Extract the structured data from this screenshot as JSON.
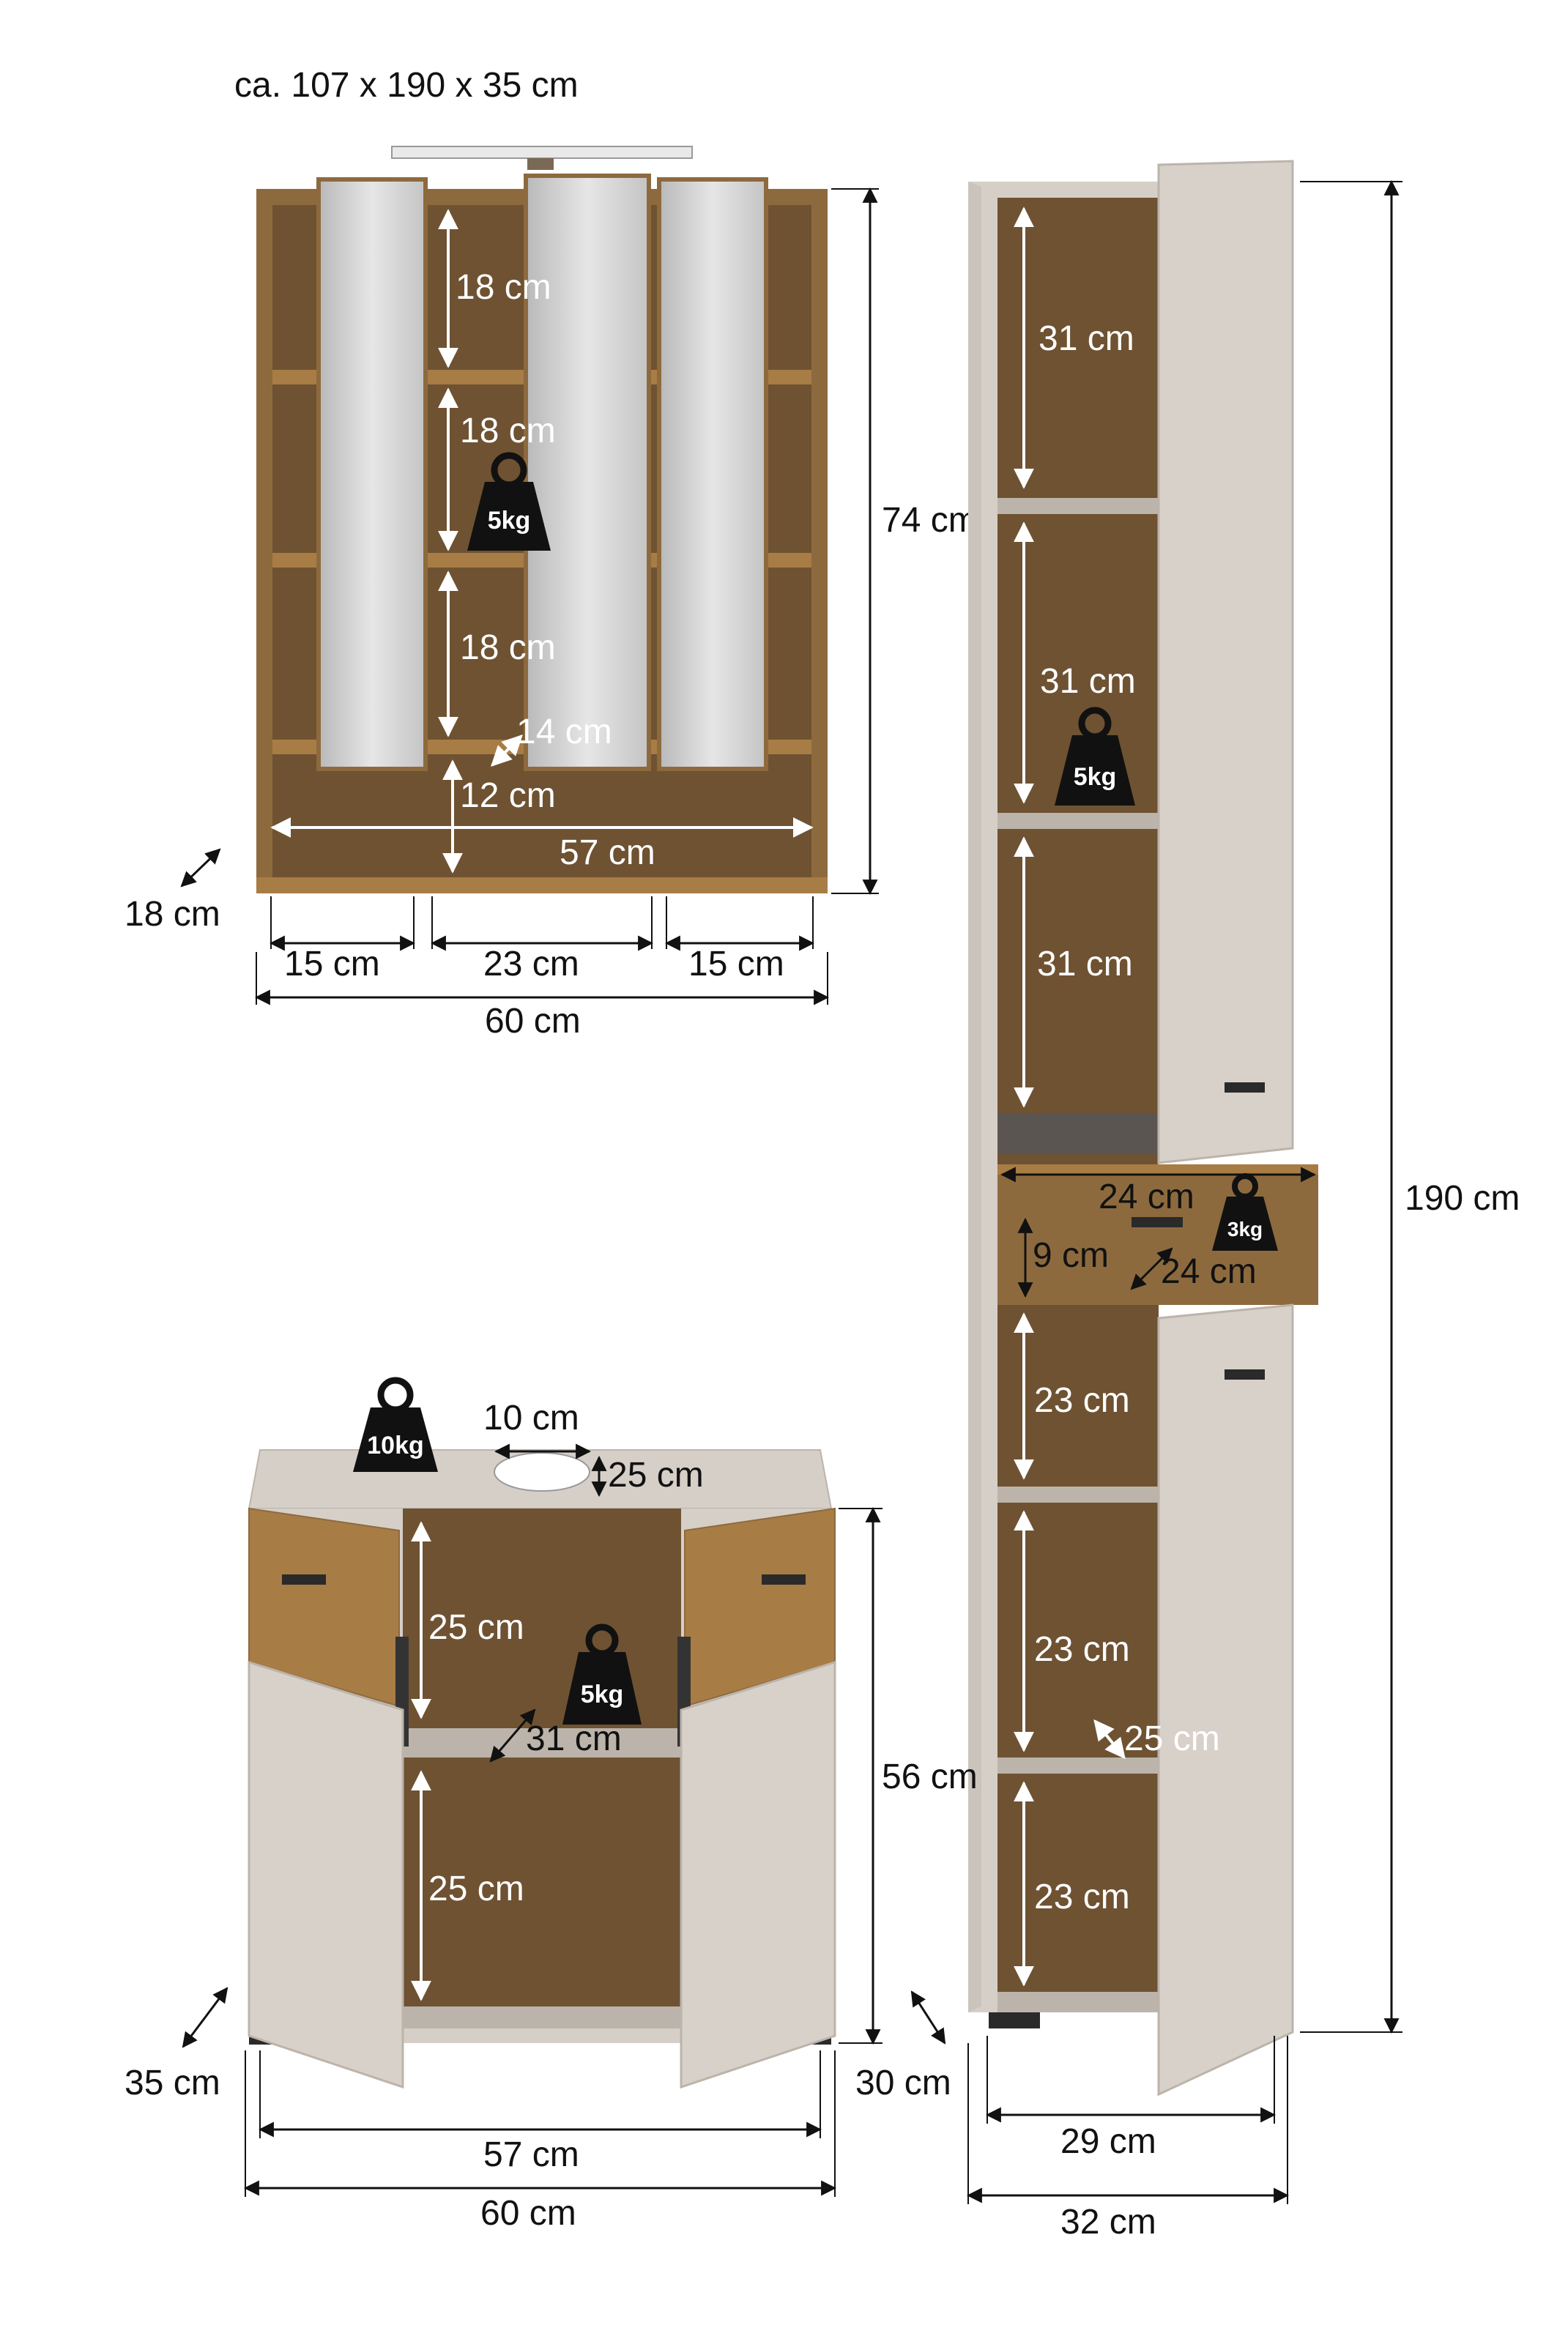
{
  "title": "ca. 107 x 190 x 35 cm",
  "colors": {
    "oak": "#8d6a3e",
    "oak_light": "#a87c45",
    "taupe": "#d6cfc8",
    "taupe_dark": "#bcb4ab",
    "mirror": "#d3d3d3",
    "line": "#111111",
    "badge": "#111111"
  },
  "mirror_cabinet": {
    "shelf_heights": [
      "18 cm",
      "18 cm",
      "18 cm"
    ],
    "shelf_depth": "14 cm",
    "bottom_compartment": "12 cm",
    "inner_width": "57 cm",
    "height": "74 cm",
    "depth": "18 cm",
    "compartment_widths": [
      "15 cm",
      "23 cm",
      "15 cm"
    ],
    "width": "60 cm",
    "load": "5kg"
  },
  "tall_cabinet": {
    "upper_shelves": [
      "31 cm",
      "31 cm",
      "31 cm"
    ],
    "upper_load": "5kg",
    "drawer_width": "24 cm",
    "drawer_height": "9 cm",
    "drawer_depth": "24 cm",
    "drawer_load": "3kg",
    "lower_shelves": [
      "23 cm",
      "23 cm",
      "23 cm"
    ],
    "shelf_depth": "25 cm",
    "height": "190 cm",
    "depth": "30 cm",
    "inner_width": "29 cm",
    "width": "32 cm"
  },
  "vanity_cabinet": {
    "top_load": "10kg",
    "cutout_width": "10 cm",
    "cutout_depth": "25 cm",
    "upper_height": "25 cm",
    "shelf_depth": "31 cm",
    "lower_height": "25 cm",
    "shelf_load": "5kg",
    "height": "56 cm",
    "depth": "35 cm",
    "inner_width": "57 cm",
    "width": "60 cm"
  }
}
